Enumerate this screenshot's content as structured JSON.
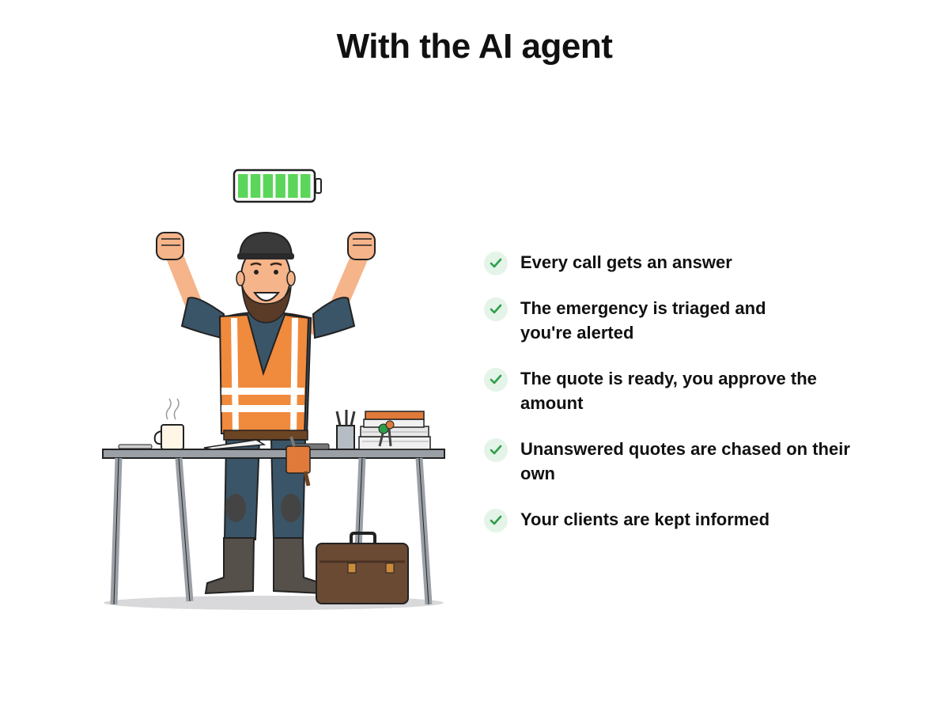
{
  "title": "With the AI agent",
  "illustration": {
    "icon": "happy-worker-illustration",
    "battery_level": 1.0
  },
  "benefits": [
    {
      "text": "Every call gets an answer",
      "icon": "check-icon"
    },
    {
      "text": "The emergency is triaged and you're alerted",
      "icon": "check-icon"
    },
    {
      "text": "The quote is ready, you approve the amount",
      "icon": "check-icon"
    },
    {
      "text": "Unanswered quotes are chased on their own",
      "icon": "check-icon"
    },
    {
      "text": "Your clients are kept informed",
      "icon": "check-icon"
    }
  ],
  "colors": {
    "check": "#2e9e4a",
    "check_bg": "#e4f4e8",
    "battery_fill": "#5bd65b",
    "vest": "#f08a3c"
  }
}
